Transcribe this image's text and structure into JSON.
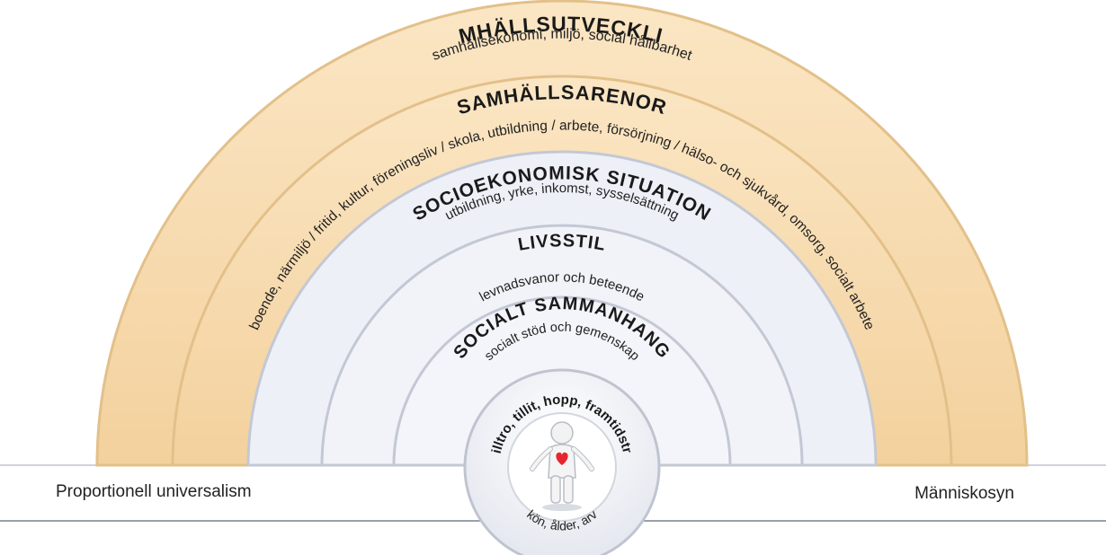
{
  "colors": {
    "outer_band": "#f7dbae",
    "inner_band": "#eef0f7",
    "ring_stroke": "#c7cbd6",
    "heart": "#e8262d"
  },
  "bands": [
    {
      "title": "SAMHÄLLSUTVECKLING",
      "subtitle": "samhällsekonomi, miljö, social hållbarhet"
    },
    {
      "title": "SAMHÄLLSARENOR",
      "subtitle": "boende, närmiljö / fritid, kultur, föreningsliv / skola, utbildning / arbete, försörjning / hälso- och sjukvård, omsorg, socialt arbete"
    },
    {
      "title": "SOCIOEKONOMISK SITUATION",
      "subtitle": "utbildning, yrke, inkomst, sysselsättning"
    },
    {
      "title": "LIVSSTIL",
      "subtitle": "levnadsvanor och beteende"
    },
    {
      "title": "SOCIALT SAMMANHANG",
      "subtitle": "socialt stöd och gemenskap"
    }
  ],
  "center": {
    "top_text": "Tilltro, tillit, hopp, framtidstro",
    "bottom_text": "kön, ålder, arv",
    "figure_icon": "person-with-heart-icon"
  },
  "baseline": {
    "left_label": "Proportionell universalism",
    "right_label": "Människosyn"
  }
}
